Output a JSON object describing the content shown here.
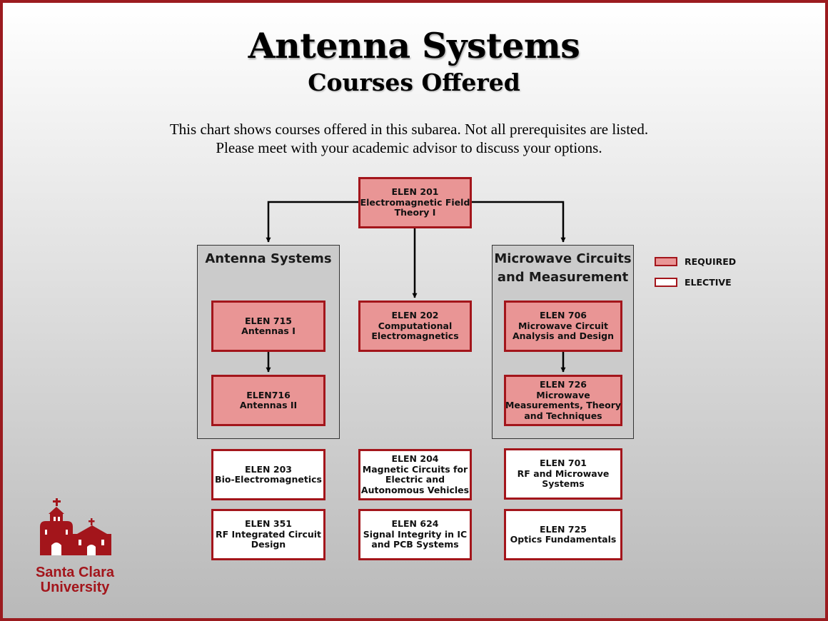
{
  "title": "Antenna Systems",
  "subtitle": "Courses Offered",
  "intro": [
    "This chart shows courses offered in this subarea. Not all prerequisites are listed.",
    "Please meet with your academic advisor to discuss your options."
  ],
  "groups": {
    "antenna": {
      "title": [
        "Antenna Systems"
      ]
    },
    "microwave": {
      "title": [
        "Microwave Circuits",
        "and Measurement"
      ]
    }
  },
  "legend": {
    "required": "REQUIRED",
    "elective": "ELECTIVE"
  },
  "courses": {
    "elen201": {
      "lines": [
        "ELEN 201",
        "Electromagnetic Field",
        "Theory I"
      ],
      "type": "required"
    },
    "elen715": {
      "lines": [
        "ELEN 715",
        "Antennas I"
      ],
      "type": "required"
    },
    "elen716": {
      "lines": [
        "ELEN716",
        "Antennas II"
      ],
      "type": "required"
    },
    "elen202": {
      "lines": [
        "ELEN 202",
        "Computational",
        "Electromagnetics"
      ],
      "type": "required"
    },
    "elen706": {
      "lines": [
        "ELEN 706",
        "Microwave Circuit",
        "Analysis and Design"
      ],
      "type": "required"
    },
    "elen726": {
      "lines": [
        "ELEN 726",
        "Microwave",
        "Measurements, Theory",
        "and Techniques"
      ],
      "type": "required"
    },
    "elen203": {
      "lines": [
        "ELEN 203",
        "Bio-Electromagnetics"
      ],
      "type": "elective"
    },
    "elen204": {
      "lines": [
        "ELEN 204",
        "Magnetic Circuits for",
        "Electric and",
        "Autonomous Vehicles"
      ],
      "type": "elective"
    },
    "elen701": {
      "lines": [
        "ELEN 701",
        "RF and Microwave",
        "Systems"
      ],
      "type": "elective"
    },
    "elen351": {
      "lines": [
        "ELEN 351",
        "RF Integrated Circuit",
        "Design"
      ],
      "type": "elective"
    },
    "elen624": {
      "lines": [
        "ELEN 624",
        "Signal Integrity in IC",
        "and PCB Systems"
      ],
      "type": "elective"
    },
    "elen725": {
      "lines": [
        "ELEN 725",
        "Optics Fundamentals"
      ],
      "type": "elective"
    }
  },
  "logo": {
    "lines": [
      "Santa Clara",
      "University"
    ],
    "icon": "mission-church-icon"
  },
  "colors": {
    "border": "#9b1b1f",
    "required_fill": "#e99595",
    "elective_fill": "#ffffff",
    "group_fill": "#cbcbcb"
  }
}
